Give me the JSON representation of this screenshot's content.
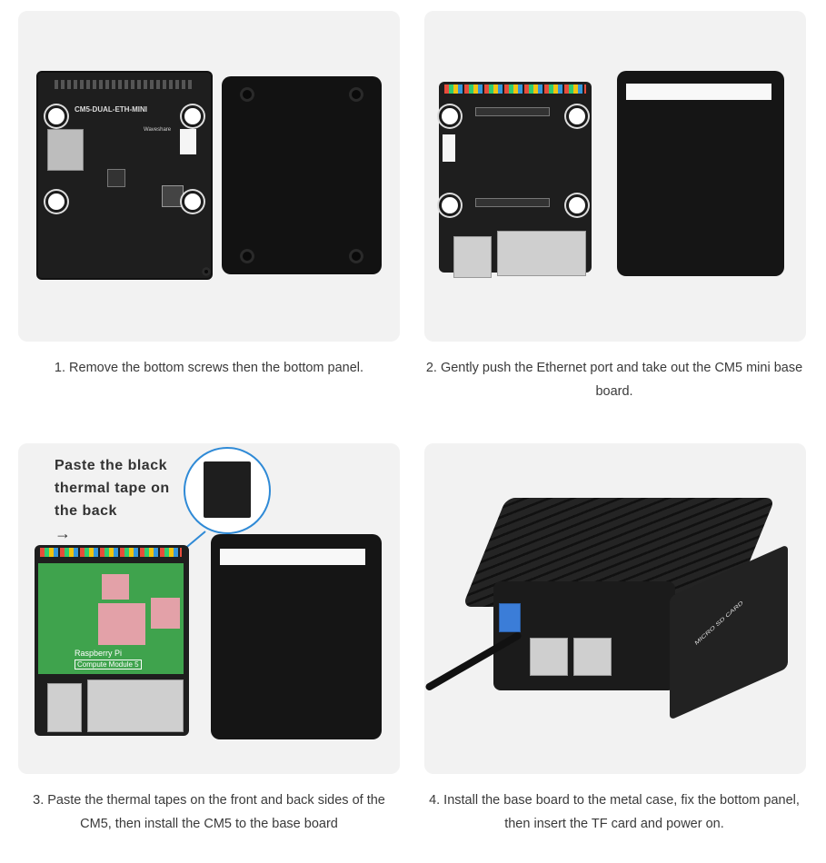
{
  "steps": [
    {
      "caption_line1": "1. Remove the bottom screws then the bottom panel.",
      "caption_line2": ""
    },
    {
      "caption_line1": "2. Gently push the Ethernet port and take out the CM5 mini base",
      "caption_line2": "board."
    },
    {
      "caption_line1": "3. Paste the thermal tapes on the front and back sides of the",
      "caption_line2": "CM5, then install the CM5 to the base board"
    },
    {
      "caption_line1": "4. Install the base board to the metal case, fix the bottom panel,",
      "caption_line2": "then insert the TF card and power on."
    }
  ],
  "board_silkscreen": "CM5-DUAL-ETH-MINI",
  "brand_text": "Waveshare",
  "callout": {
    "line1": "Paste the black",
    "line2": "thermal tape on",
    "line3": "the back",
    "arrow": "→"
  },
  "cm5_labels": {
    "name": "Raspberry Pi",
    "module": "Compute Module 5"
  },
  "case_label": "MICRO SD CARD",
  "colors": {
    "card_bg": "#f2f2f2",
    "board": "#1b1b1b",
    "case": "#151515",
    "thermal_pad": "#e3a1a8",
    "pcb_green": "#3fa34d"
  }
}
